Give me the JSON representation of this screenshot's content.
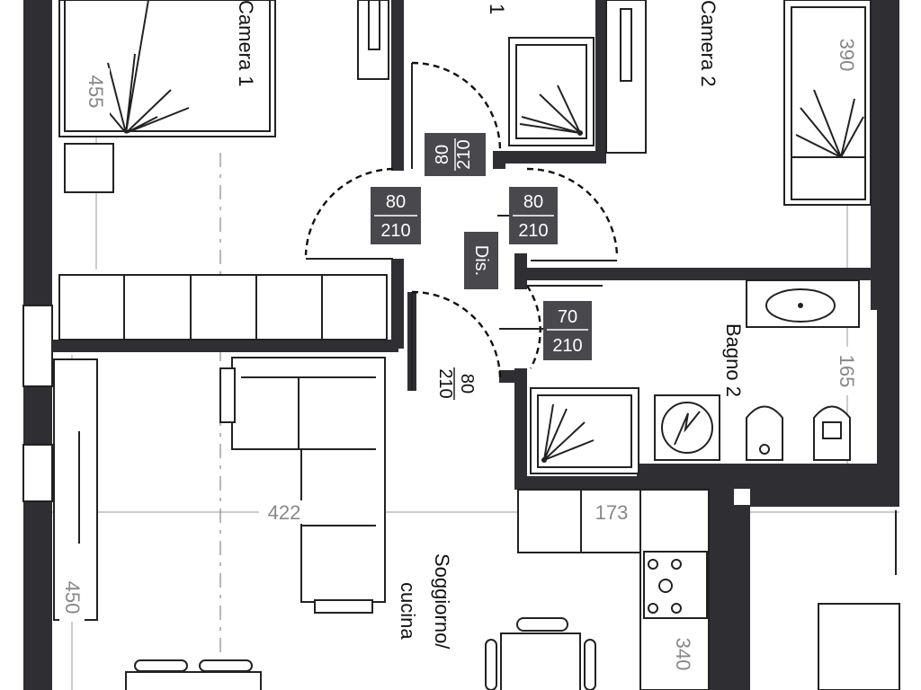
{
  "rooms": {
    "camera1": "Camera 1",
    "camera2": "Camera 2",
    "bagno1_partial": "1",
    "bagno2": "Bagno 2",
    "disimpegno": "Dis.",
    "soggiorno_line1": "Soggiorno/",
    "soggiorno_line2": "cucina"
  },
  "dimensions": {
    "camera1_len": "455",
    "camera2_len": "390",
    "bagno2_len": "165",
    "soggiorno_width": "422",
    "cucina_width": "173",
    "soggiorno_len": "450",
    "cucina_len": "340"
  },
  "doors": {
    "bagno1": {
      "width": "80",
      "height": "210"
    },
    "camera1": {
      "width": "80",
      "height": "210"
    },
    "camera2": {
      "width": "80",
      "height": "210"
    },
    "bagno2": {
      "width": "70",
      "height": "210"
    },
    "soggiorno": {
      "width": "80",
      "height": "210"
    }
  },
  "colors": {
    "wall": "#2e2e33",
    "tag": "#48484d",
    "dimension": "#888888"
  }
}
